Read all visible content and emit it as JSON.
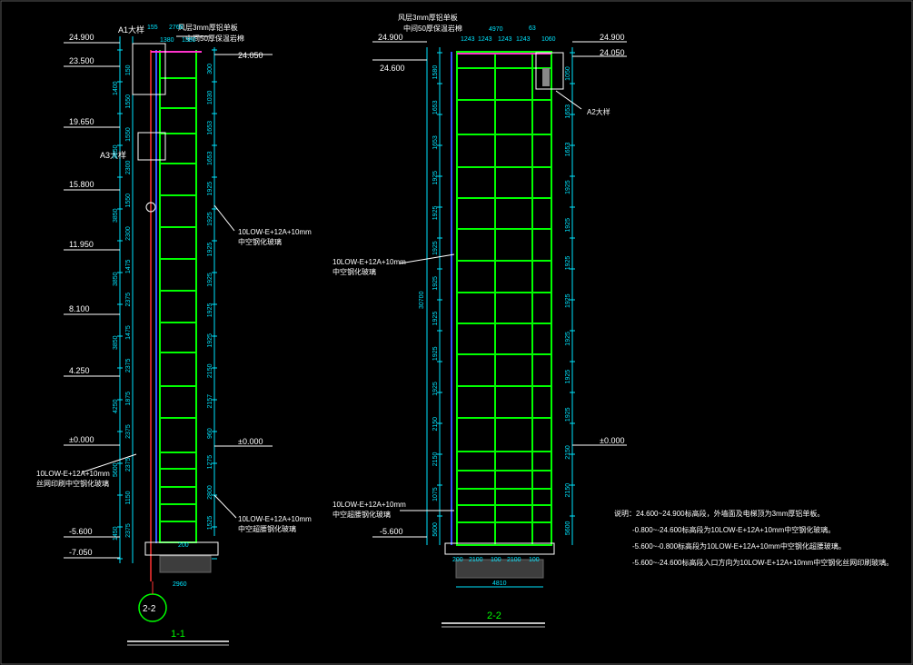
{
  "left_view": {
    "callouts": {
      "top_note_1": "风层3mm厚铝单板",
      "top_note_2": "中间50厚保温岩棉",
      "detail_a1": "A1大样",
      "detail_a3": "A3大样",
      "glass_right_1": "10LOW-E+12A+10mm",
      "glass_right_2": "中空钢化玻璃",
      "glass_left_1": "10LOW-E+12A+10mm",
      "glass_left_2": "丝网印刷中空钢化玻璃",
      "glass_low_1": "10LOW-E+12A+10mm",
      "glass_low_2": "中空超腰钢化玻璃"
    },
    "top_dims": [
      "155",
      "2760",
      "1380",
      "1380"
    ],
    "levels_left": [
      "24.900",
      "23.500",
      "19.650",
      "15.800",
      "11.950",
      "8.100",
      "4.250",
      "±0.000",
      "-5.600",
      "-7.050"
    ],
    "levels_right": [
      "24.050",
      "±0.000"
    ],
    "dims_outer": [
      "1400",
      "3850",
      "3850",
      "3850",
      "3850",
      "4250",
      "5600",
      "1450"
    ],
    "dims_inner": [
      "150",
      "1550",
      "1550",
      "2300",
      "1550",
      "2300",
      "1475",
      "2375",
      "1475",
      "2375",
      "1875",
      "2375",
      "2375",
      "1150",
      "2375"
    ],
    "dims_right": [
      "300",
      "1030",
      "1653",
      "1653",
      "1925",
      "1925",
      "1925",
      "1925",
      "1925",
      "1925",
      "2150",
      "2157",
      "960",
      "1275",
      "2800",
      "1525"
    ],
    "bottom_dims": [
      "200",
      "2960"
    ],
    "section_mark": "2-2",
    "view_title": "1-1"
  },
  "right_view": {
    "callouts": {
      "top_note_1": "风层3mm厚铝单板",
      "top_note_2": "中间50厚保温岩棉",
      "detail_a2": "A2大样",
      "glass_mid_1": "10LOW-E+12A+10mm",
      "glass_mid_2": "中空钢化玻璃",
      "glass_low_1": "10LOW-E+12A+10mm",
      "glass_low_2": "中空超腰钢化玻璃"
    },
    "top_dims": [
      "4970",
      "1243",
      "1243",
      "1243",
      "1243",
      "63",
      "1060"
    ],
    "levels_left": [
      "24.900",
      "24.600",
      "-5.600"
    ],
    "levels_right": [
      "24.900",
      "24.050",
      "±0.000"
    ],
    "dims_total": "30700",
    "dims_left": [
      "1580",
      "1653",
      "1653",
      "1925",
      "1925",
      "1925",
      "1925",
      "1925",
      "1925",
      "1925",
      "2150",
      "2150",
      "1075",
      "5600"
    ],
    "dims_right": [
      "1050",
      "1653",
      "1653",
      "1925",
      "1925",
      "1925",
      "1925",
      "1925",
      "1925",
      "1925",
      "2150",
      "2150",
      "5600"
    ],
    "bottom_dims": [
      "200",
      "2100",
      "100",
      "2100",
      "100"
    ],
    "bottom_total": "4810",
    "view_title": "2-2"
  },
  "notes": {
    "line1": "说明：24.600~24.900标高段，外墙面及电梯顶为3mm厚铝单板。",
    "line2": "-0.800~-24.600标高段为10LOW-E+12A+10mm中空钢化玻璃。",
    "line3": "-5.600~-0.800标高段为10LOW-E+12A+10mm中空钢化超腰玻璃。",
    "line4": "-5.600~-24.600标高段入口方向为10LOW-E+12A+10mm中空钢化丝网印刷玻璃。"
  },
  "colors": {
    "background": "#000000",
    "frame_line": "#00e5ff",
    "mullion": "#00ff00",
    "dim_text": "#00e5ff",
    "label_text": "#ffffff",
    "section_red": "#ff3333",
    "glass_blue": "#3355ff",
    "panel_magenta": "#ff33cc",
    "fill_gray": "#888888"
  }
}
